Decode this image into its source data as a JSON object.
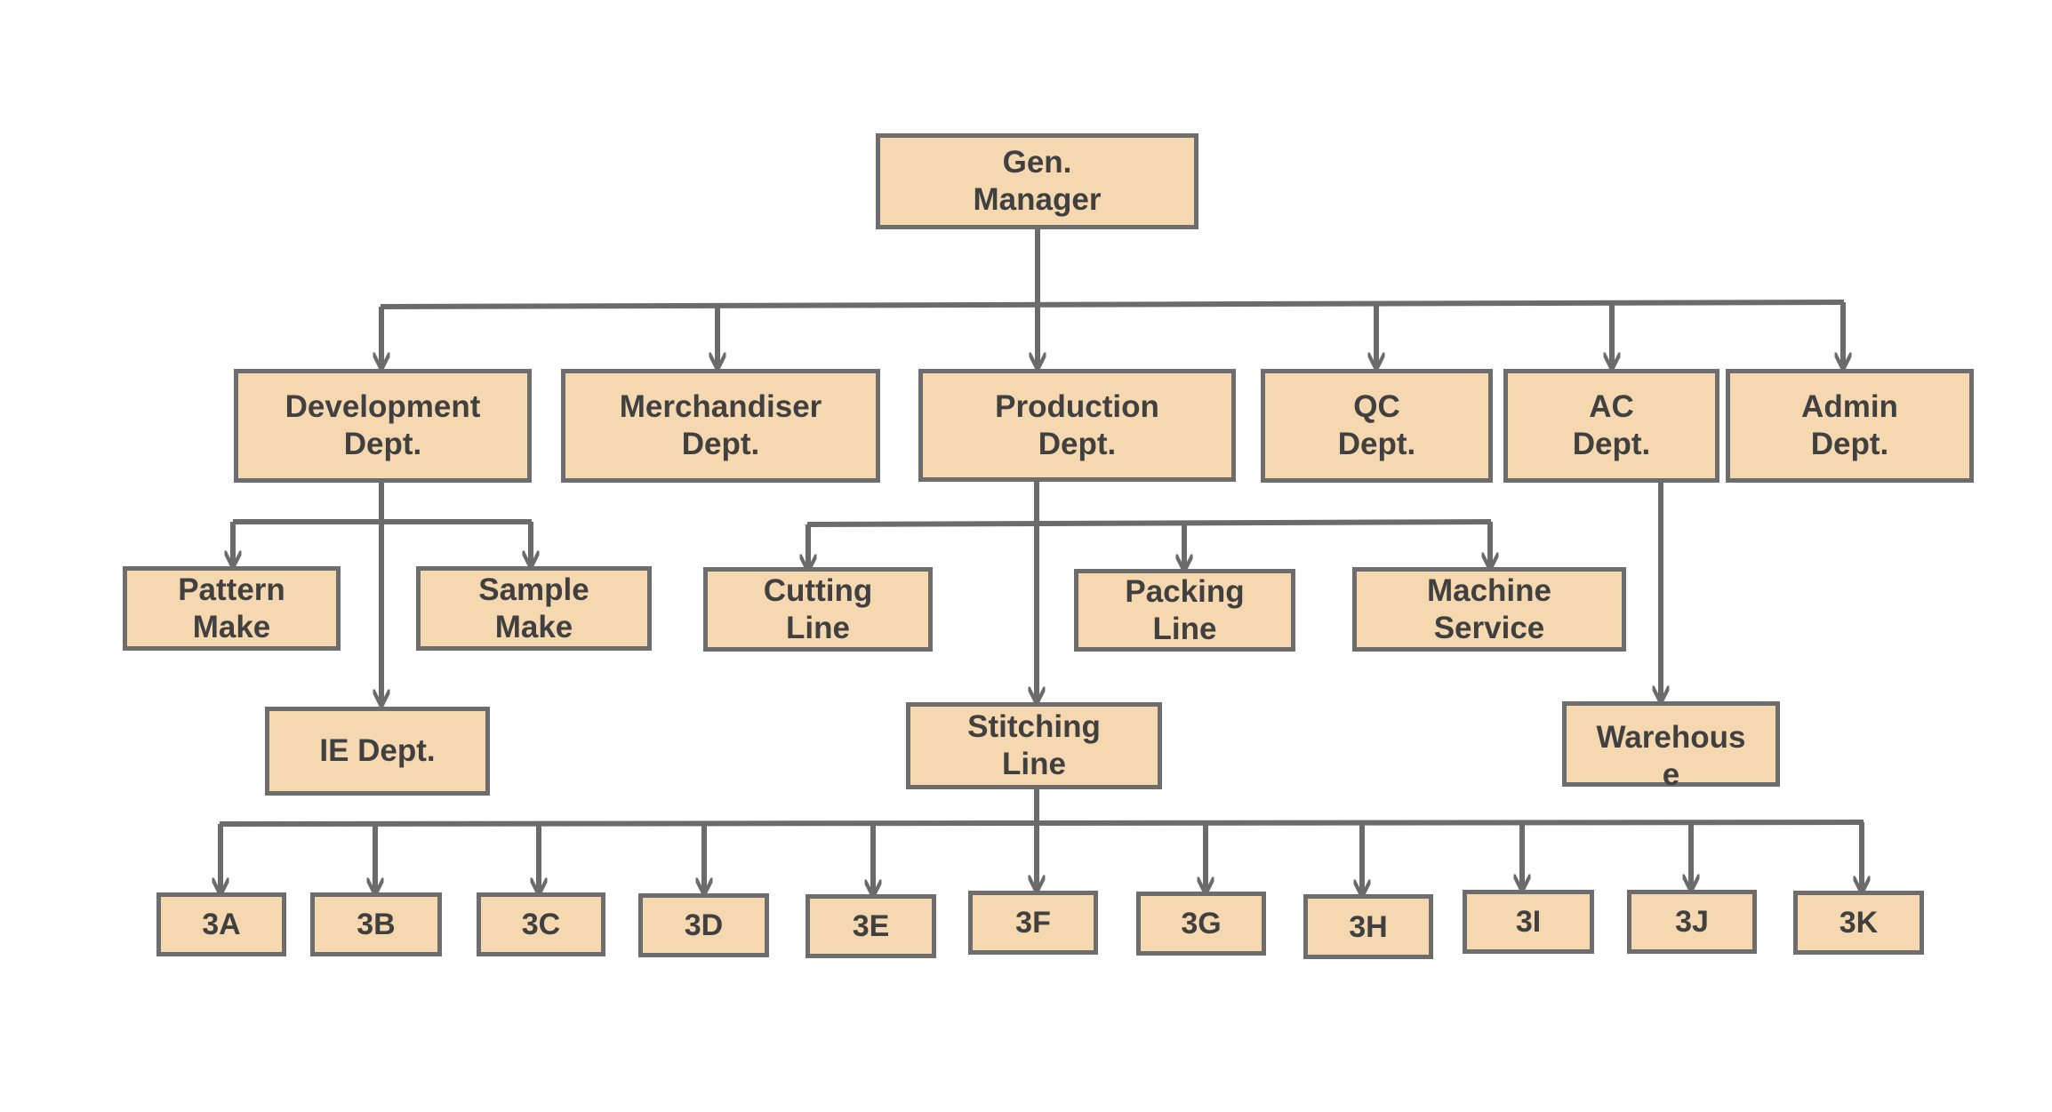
{
  "colors": {
    "box_fill": "#f5d8b0",
    "box_border": "#6d6d6d",
    "line": "#6b6b6b",
    "text": "#404040"
  },
  "nodes": {
    "gen_manager": "Gen.\nManager",
    "development": "Development\nDept.",
    "merchandiser": "Merchandiser\nDept.",
    "production": "Production\nDept.",
    "qc": "QC\nDept.",
    "ac": "AC\nDept.",
    "admin": "Admin\nDept.",
    "pattern_make": "Pattern\nMake",
    "sample_make": "Sample\nMake",
    "ie_dept": "IE Dept.",
    "cutting_line": "Cutting\nLine",
    "packing_line": "Packing\nLine",
    "machine_service": "Machine\nService",
    "stitching_line": "Stitching\nLine",
    "warehouse": "Warehous\ne",
    "line_3a": "3A",
    "line_3b": "3B",
    "line_3c": "3C",
    "line_3d": "3D",
    "line_3e": "3E",
    "line_3f": "3F",
    "line_3g": "3G",
    "line_3h": "3H",
    "line_3i": "3I",
    "line_3j": "3J",
    "line_3k": "3K"
  }
}
